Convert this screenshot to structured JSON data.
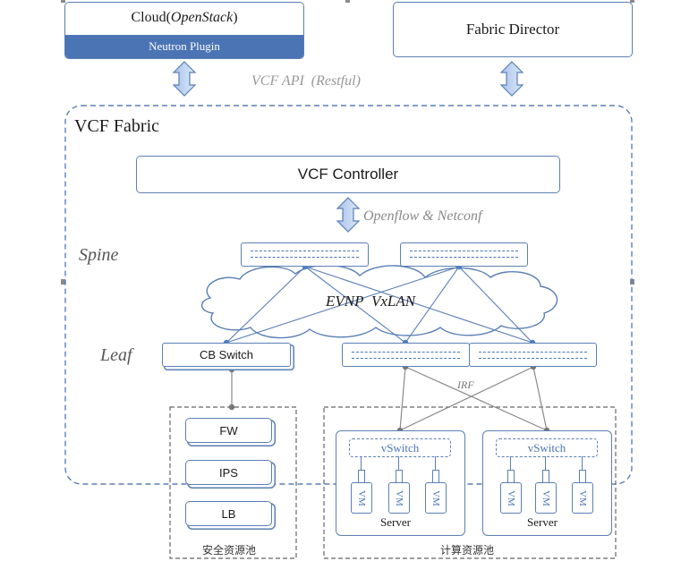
{
  "top": {
    "cloud_prefix": "Cloud(",
    "cloud_italic": "OpenStack",
    "cloud_suffix": ")",
    "neutron": "Neutron Plugin",
    "fabric_director": "Fabric Director",
    "api_label": "VCF API  (Restful)"
  },
  "fabric": {
    "title": "VCF Fabric",
    "controller": "VCF Controller",
    "openflow_label": "Openflow & Netconf",
    "spine_label": "Spine",
    "leaf_label": "Leaf",
    "overlay": "EVNP  VxLAN",
    "cb_switch": "CB Switch",
    "irf": "IRF"
  },
  "security_pool": {
    "items": [
      "FW",
      "IPS",
      "LB"
    ],
    "label": "安全资源池"
  },
  "compute_pool": {
    "label": "计算资源池",
    "servers": [
      {
        "vswitch": "vSwitch",
        "name": "Server",
        "vms": [
          "VM",
          "VM",
          "VM"
        ]
      },
      {
        "vswitch": "vSwitch",
        "name": "Server",
        "vms": [
          "VM",
          "VM",
          "VM"
        ]
      }
    ]
  },
  "colors": {
    "border": "#5b7fb5",
    "node": "#4f7fc0",
    "neutron_fill": "#4a74b4",
    "line_gray": "#8a8a8a"
  }
}
